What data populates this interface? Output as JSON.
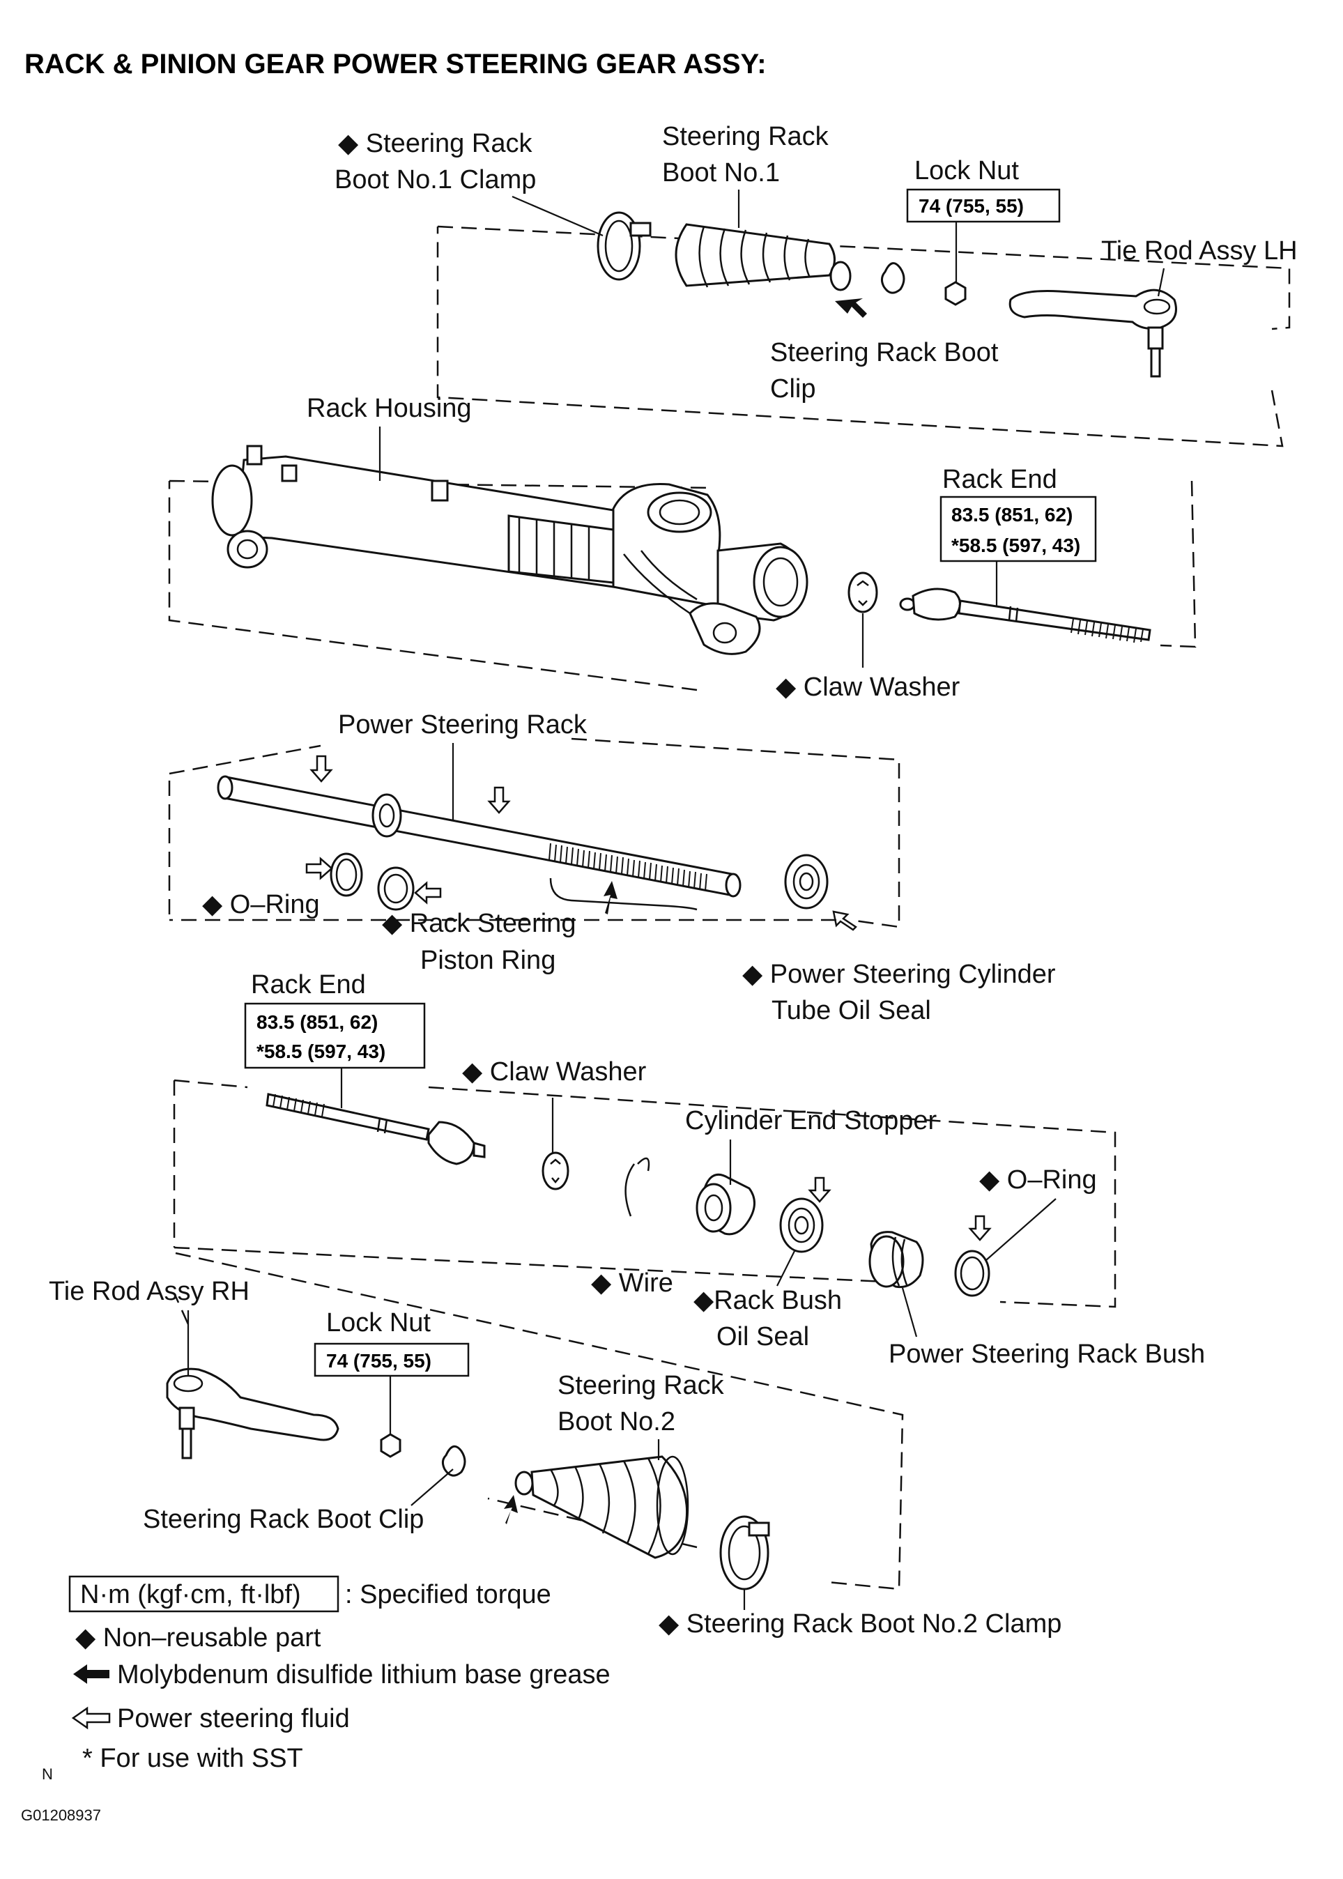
{
  "title": "RACK & PINION GEAR POWER STEERING GEAR ASSY:",
  "labels": {
    "boot1_clamp_l1": "◆ Steering Rack",
    "boot1_clamp_l2": "Boot No.1 Clamp",
    "boot1_l1": "Steering Rack",
    "boot1_l2": "Boot No.1",
    "lock_nut_top": "Lock Nut",
    "tie_rod_lh": "Tie Rod Assy LH",
    "boot_clip_top_l1": "Steering Rack Boot",
    "boot_clip_top_l2": "Clip",
    "rack_housing": "Rack Housing",
    "rack_end_top": "Rack End",
    "claw_washer_top": "◆ Claw Washer",
    "power_steering_rack": "Power Steering Rack",
    "o_ring_left": "◆ O–Ring",
    "piston_ring_l1": "◆ Rack Steering",
    "piston_ring_l2": "Piston Ring",
    "cyl_oil_seal_l1": "◆ Power Steering Cylinder",
    "cyl_oil_seal_l2": "Tube Oil Seal",
    "rack_end_lower": "Rack End",
    "claw_washer_lower": "◆ Claw Washer",
    "cyl_end_stopper": "Cylinder End Stopper",
    "o_ring_right": "◆ O–Ring",
    "wire": "◆ Wire",
    "rack_bush_seal_l1": "◆Rack Bush",
    "rack_bush_seal_l2": "Oil Seal",
    "rack_bush": "Power Steering Rack Bush",
    "tie_rod_rh": "Tie Rod Assy RH",
    "lock_nut_lower": "Lock Nut",
    "boot2_l1": "Steering Rack",
    "boot2_l2": "Boot No.2",
    "boot_clip_lower": "Steering Rack Boot Clip",
    "boot2_clamp": "◆ Steering Rack Boot No.2 Clamp"
  },
  "torques": {
    "lock_nut_top": "74 (755, 55)",
    "rack_end_top_1": "83.5 (851, 62)",
    "rack_end_top_2": "*58.5 (597, 43)",
    "rack_end_lower_1": "83.5 (851, 62)",
    "rack_end_lower_2": "*58.5 (597, 43)",
    "lock_nut_lower": "74 (755, 55)"
  },
  "legend": {
    "torque_unit": "N·m (kgf·cm, ft·lbf)",
    "torque_desc": ": Specified torque",
    "non_reusable": "◆ Non–reusable part",
    "grease": "Molybdenum disulfide lithium base grease",
    "fluid": "Power steering fluid",
    "sst": "* For use with SST"
  },
  "corner": {
    "n": "N",
    "code": "G01208937"
  }
}
